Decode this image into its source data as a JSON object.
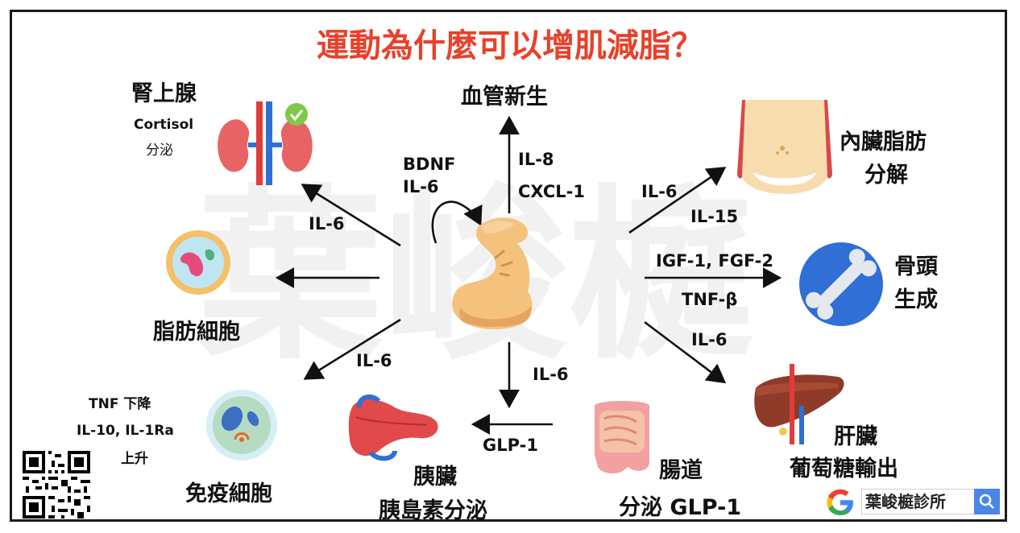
{
  "title": "運動為什麼可以增肌減脂？",
  "watermark": "葉峻榳",
  "organs": {
    "adrenal": {
      "name": "腎上腺",
      "sub1": "Cortisol",
      "sub2": "分泌"
    },
    "angio": {
      "name": "血管新生"
    },
    "visceral": {
      "line1": "內臟脂肪",
      "line2": "分解"
    },
    "bone": {
      "line1": "骨頭",
      "line2": "生成"
    },
    "liver": {
      "line1": "肝臟",
      "line2": "葡萄糖輸出"
    },
    "gut": {
      "line1": "腸道",
      "line2": "分泌 GLP-1"
    },
    "pancreas": {
      "line1": "胰臟",
      "line2": "胰島素分泌"
    },
    "immune": {
      "name": "免疫細胞",
      "note1": "TNF 下降",
      "note2": "IL-10, IL-1Ra",
      "note3": "上升"
    },
    "fat": {
      "name": "脂肪細胞"
    }
  },
  "labels": {
    "bdnf": "BDNF",
    "il6_self": "IL-6",
    "il8": "IL-8",
    "cxcl1": "CXCL-1",
    "il6_visceral": "IL-6",
    "il15": "IL-15",
    "igf": "IGF-1, FGF-2",
    "tnfb": "TNF-β",
    "il6_liver": "IL-6",
    "il6_gut": "IL-6",
    "glp1": "GLP-1",
    "il6_immune": "IL-6",
    "il6_adrenal": "IL-6"
  },
  "search": {
    "text": "葉峻榳診所",
    "logo": "G"
  },
  "icons": [
    "flexed-arm-muscle-icon",
    "kidney-icon",
    "fat-cell-icon",
    "immune-cell-icon",
    "pancreas-icon",
    "intestine-icon",
    "liver-icon",
    "bone-icon",
    "abdomen-fat-icon",
    "google-logo-icon",
    "search-icon",
    "qr-code-icon"
  ],
  "colors": {
    "title": "#e8412b",
    "google_blue": "#4285f4",
    "search_button": "#4a86e8"
  }
}
